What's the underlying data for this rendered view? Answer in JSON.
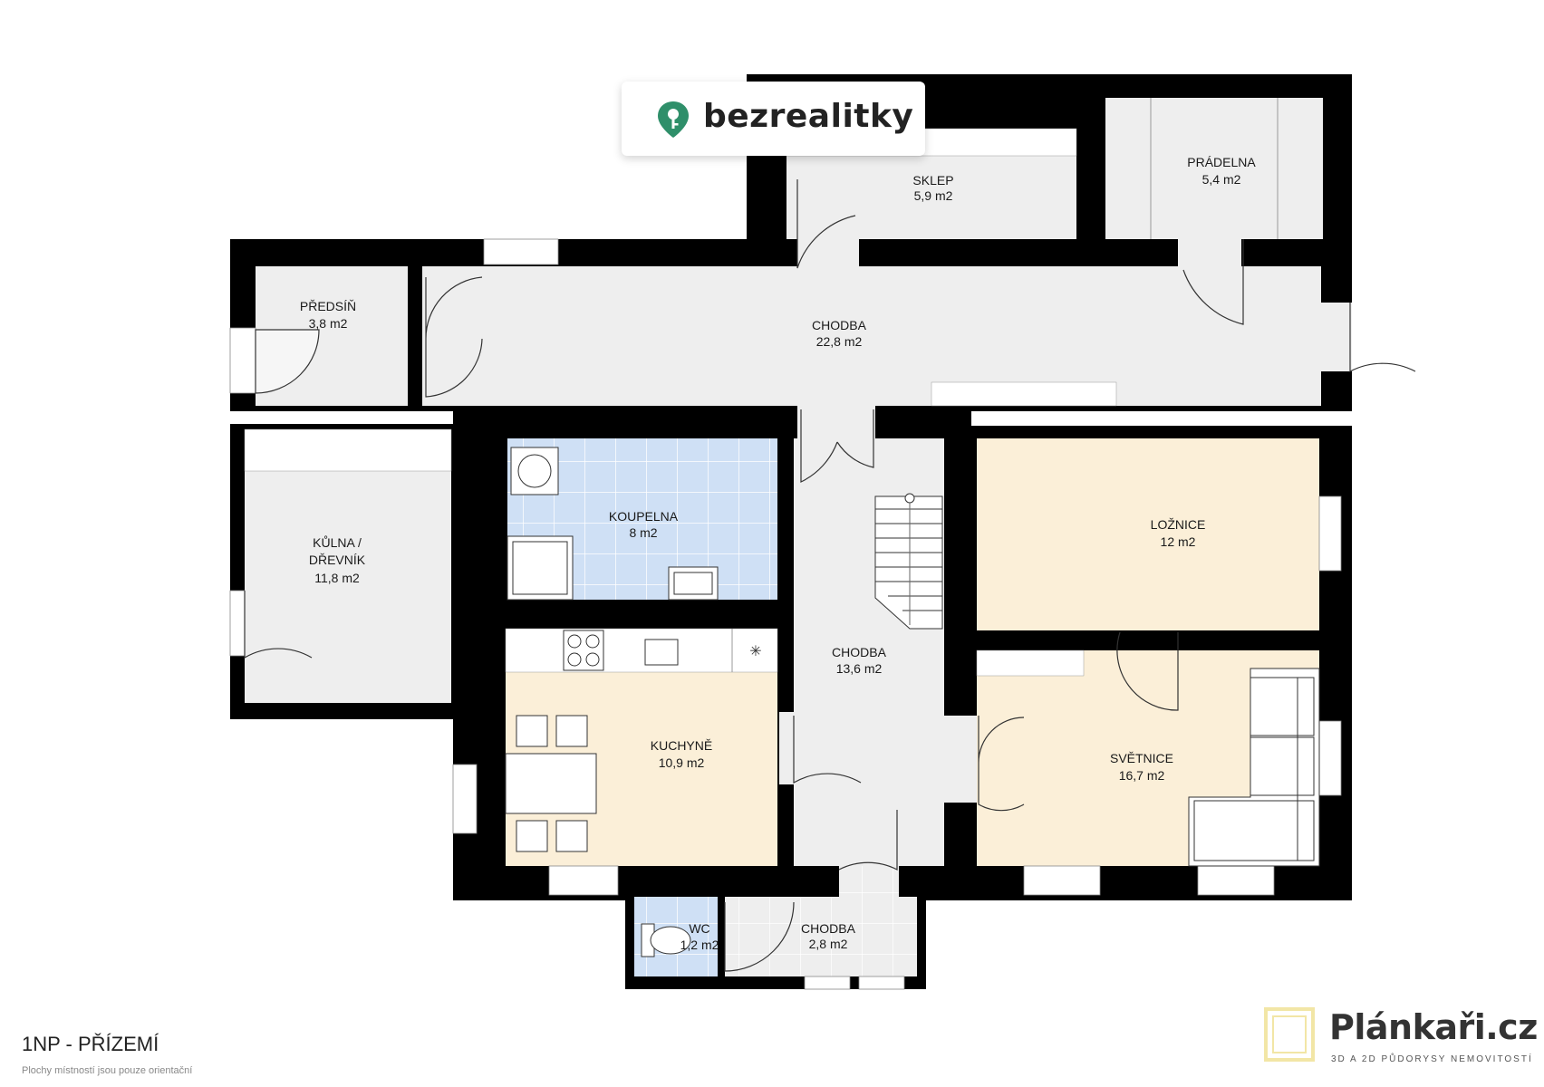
{
  "brand": {
    "name": "bezrealitky",
    "accent": "#2f8f6a"
  },
  "floor": {
    "title": "1NP - PŘÍZEMÍ",
    "note": "Plochy místností jsou pouze orientační"
  },
  "plankari": {
    "name": "Plánkaři.cz",
    "tagline": "3D A 2D PŮDORYSY NEMOVITOSTÍ",
    "accent": "#f2e6a6"
  },
  "colors": {
    "wall": "#000000",
    "floor_grey": "#eeeeee",
    "bathroom": "#cfe0f5",
    "warm": "#fbefd8"
  },
  "rooms": {
    "sklep": {
      "name": "SKLEP",
      "area": "5,9 m2"
    },
    "pradelna": {
      "name": "PRÁDELNA",
      "area": "5,4 m2"
    },
    "predsin": {
      "name": "PŘEDSÍŇ",
      "area": "3,8 m2"
    },
    "chodba1": {
      "name": "CHODBA",
      "area": "22,8 m2"
    },
    "kulna": {
      "name1": "KŮLNA /",
      "name2": "DŘEVNÍK",
      "area": "11,8 m2"
    },
    "koupelna": {
      "name": "KOUPELNA",
      "area": "8 m2"
    },
    "loznice": {
      "name": "LOŽNICE",
      "area": "12 m2"
    },
    "chodba2": {
      "name": "CHODBA",
      "area": "13,6 m2"
    },
    "kuchyne": {
      "name": "KUCHYNĚ",
      "area": "10,9 m2"
    },
    "svetnice": {
      "name": "SVĚTNICE",
      "area": "16,7 m2"
    },
    "wc": {
      "name": "WC",
      "area": "1,2 m2"
    },
    "chodba3": {
      "name": "CHODBA",
      "area": "2,8 m2"
    }
  }
}
